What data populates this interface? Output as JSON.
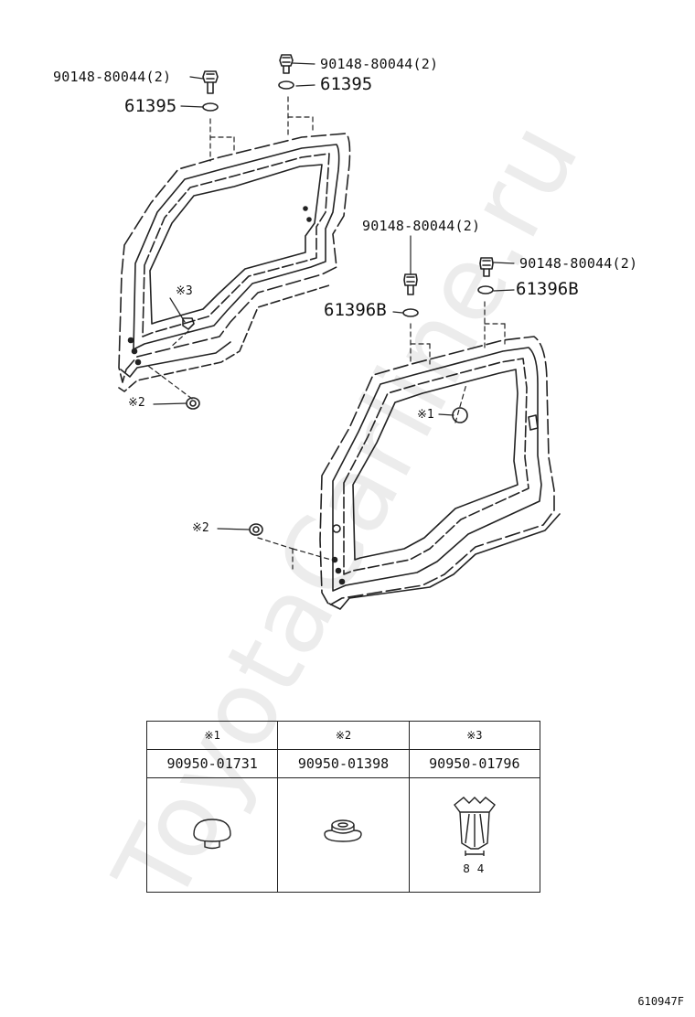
{
  "watermark": "ToyotaCarline.ru",
  "labels": {
    "top_right_bolt": "90148-80044(2)",
    "top_right_washer": "61395",
    "top_left_bolt": "90148-80044(2)",
    "top_left_washer": "61395",
    "mid_bolt": "90148-80044(2)",
    "mid_washer": "61396B",
    "right_bolt": "90148-80044(2)",
    "right_washer": "61396B",
    "ref3": "※3",
    "ref2_left": "※2",
    "ref1": "※1",
    "ref2_right": "※2"
  },
  "legend": {
    "columns": [
      {
        "ref": "※1",
        "part_number": "90950-01731"
      },
      {
        "ref": "※2",
        "part_number": "90950-01398"
      },
      {
        "ref": "※3",
        "part_number": "90950-01796"
      }
    ],
    "clip_dimension": "8 4"
  },
  "figure_code": "610947F"
}
